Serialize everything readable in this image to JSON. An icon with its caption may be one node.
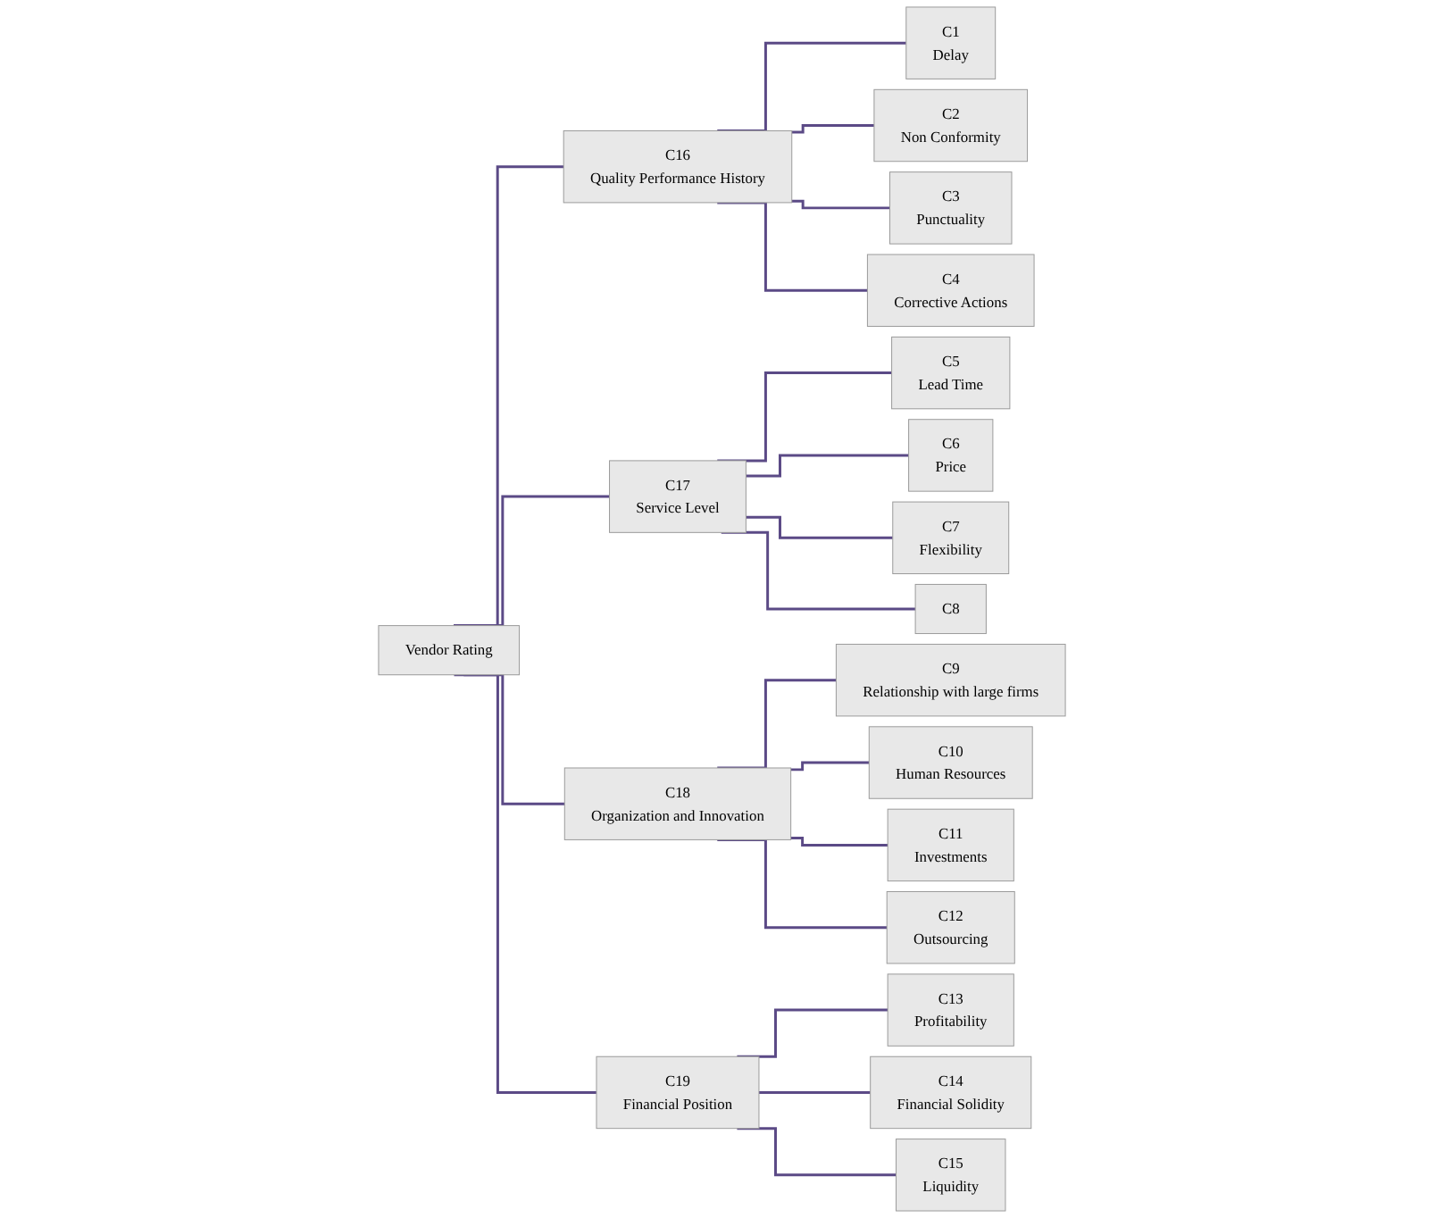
{
  "diagram": {
    "nodes": [
      {
        "text": [
          "Vendor Rating"
        ]
      },
      {
        "text": [
          "C16",
          "Quality Performance History"
        ]
      },
      {
        "text": [
          "C17",
          "Service Level"
        ]
      },
      {
        "text": [
          "C18",
          "Organization and Innovation"
        ]
      },
      {
        "text": [
          "C19",
          "Financial Position"
        ]
      },
      {
        "text": [
          "C1",
          "Delay"
        ]
      },
      {
        "text": [
          "C2",
          "Non Conformity"
        ]
      },
      {
        "text": [
          "C3",
          "Punctuality"
        ]
      },
      {
        "text": [
          "C4",
          "Corrective Actions"
        ]
      },
      {
        "text": [
          "C5",
          "Lead Time"
        ]
      },
      {
        "text": [
          "C6",
          "Price"
        ]
      },
      {
        "text": [
          "C7",
          "Flexibility"
        ]
      },
      {
        "text": [
          "C8"
        ]
      },
      {
        "text": [
          "C9",
          "Relationship with large firms"
        ]
      },
      {
        "text": [
          "C10",
          "Human Resources"
        ]
      },
      {
        "text": [
          "C11",
          "Investments"
        ]
      },
      {
        "text": [
          "C12",
          "Outsourcing"
        ]
      },
      {
        "text": [
          "C13",
          "Profitability"
        ]
      },
      {
        "text": [
          "C14",
          "Financial Solidity"
        ]
      },
      {
        "text": [
          "C15",
          "Liquidity"
        ]
      }
    ],
    "edges": [
      {
        "from": 0,
        "to": 1,
        "arrow": "none"
      },
      {
        "from": 0,
        "to": 2,
        "arrow": "none"
      },
      {
        "from": 0,
        "to": 3,
        "arrow": "none"
      },
      {
        "from": 0,
        "to": 4,
        "arrow": "none"
      },
      {
        "from": 1,
        "to": 5,
        "arrow": "none"
      },
      {
        "from": 1,
        "to": 6,
        "arrow": "none"
      },
      {
        "from": 1,
        "to": 7,
        "arrow": "none"
      },
      {
        "from": 1,
        "to": 8,
        "arrow": "none"
      },
      {
        "from": 2,
        "to": 9,
        "arrow": "none"
      },
      {
        "from": 2,
        "to": 10,
        "arrow": "none"
      },
      {
        "from": 2,
        "to": 11,
        "arrow": "none"
      },
      {
        "from": 2,
        "to": 12,
        "arrow": "none"
      },
      {
        "from": 3,
        "to": 13,
        "arrow": "none"
      },
      {
        "from": 3,
        "to": 14,
        "arrow": "none"
      },
      {
        "from": 3,
        "to": 15,
        "arrow": "none"
      },
      {
        "from": 3,
        "to": 16,
        "arrow": "none"
      },
      {
        "from": 4,
        "to": 17,
        "arrow": "none"
      },
      {
        "from": 4,
        "to": 18,
        "arrow": "none"
      },
      {
        "from": 4,
        "to": 19,
        "arrow": "none"
      }
    ]
  }
}
